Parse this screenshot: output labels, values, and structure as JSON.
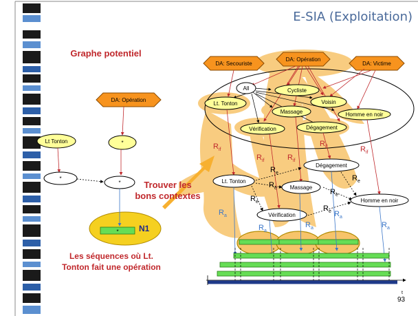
{
  "slide": {
    "title": "E-SIA (Exploitation)",
    "page_number": "93",
    "colors": {
      "title": "#4a6a9a",
      "accent_orange": "#f7931e",
      "halo": "#f7c46a",
      "node_yellow": "#ffff99",
      "green_bar": "#66dd55",
      "blue_axis": "#1f3a8a",
      "red_link": "#c0282c",
      "rule_label": "#c0282c",
      "ra_label": "#3a76c8"
    }
  },
  "left": {
    "heading": "Graphe potentiel",
    "da_operation": "DA: Opération",
    "node_star_yellow": "*",
    "node_lt_tonton": "Lt Tonton",
    "node_star_left": "*",
    "node_star_mid": "*",
    "n1_bar_label": "*",
    "n1_label": "N1",
    "cta": "Trouver les bons contextes",
    "caption": "Les séquences où Lt. Tonton fait une opération"
  },
  "right": {
    "da_secouriste": "DA: Secouriste",
    "da_operation": "DA: Opération",
    "da_victime": "DA: Victime",
    "top_nodes": {
      "all": "All",
      "cycliste": "Cycliste",
      "lt_tonton": "Lt. Tonton",
      "voisin": "Voisin",
      "massage": "Massage",
      "homme": "Homme en noir",
      "verification": "Vérification",
      "degagement": "Dégagement"
    },
    "lower_nodes": {
      "lt_tonton": "Lt. Tonton",
      "degagement": "Dégagement",
      "massage": "Massage",
      "homme": "Homme en noir",
      "verification": "Vérification"
    },
    "rif": "R",
    "rif_sub": "if",
    "re": "R",
    "re_sub": "e",
    "ra": "R",
    "ra_sub": "a",
    "time_label": "t"
  }
}
